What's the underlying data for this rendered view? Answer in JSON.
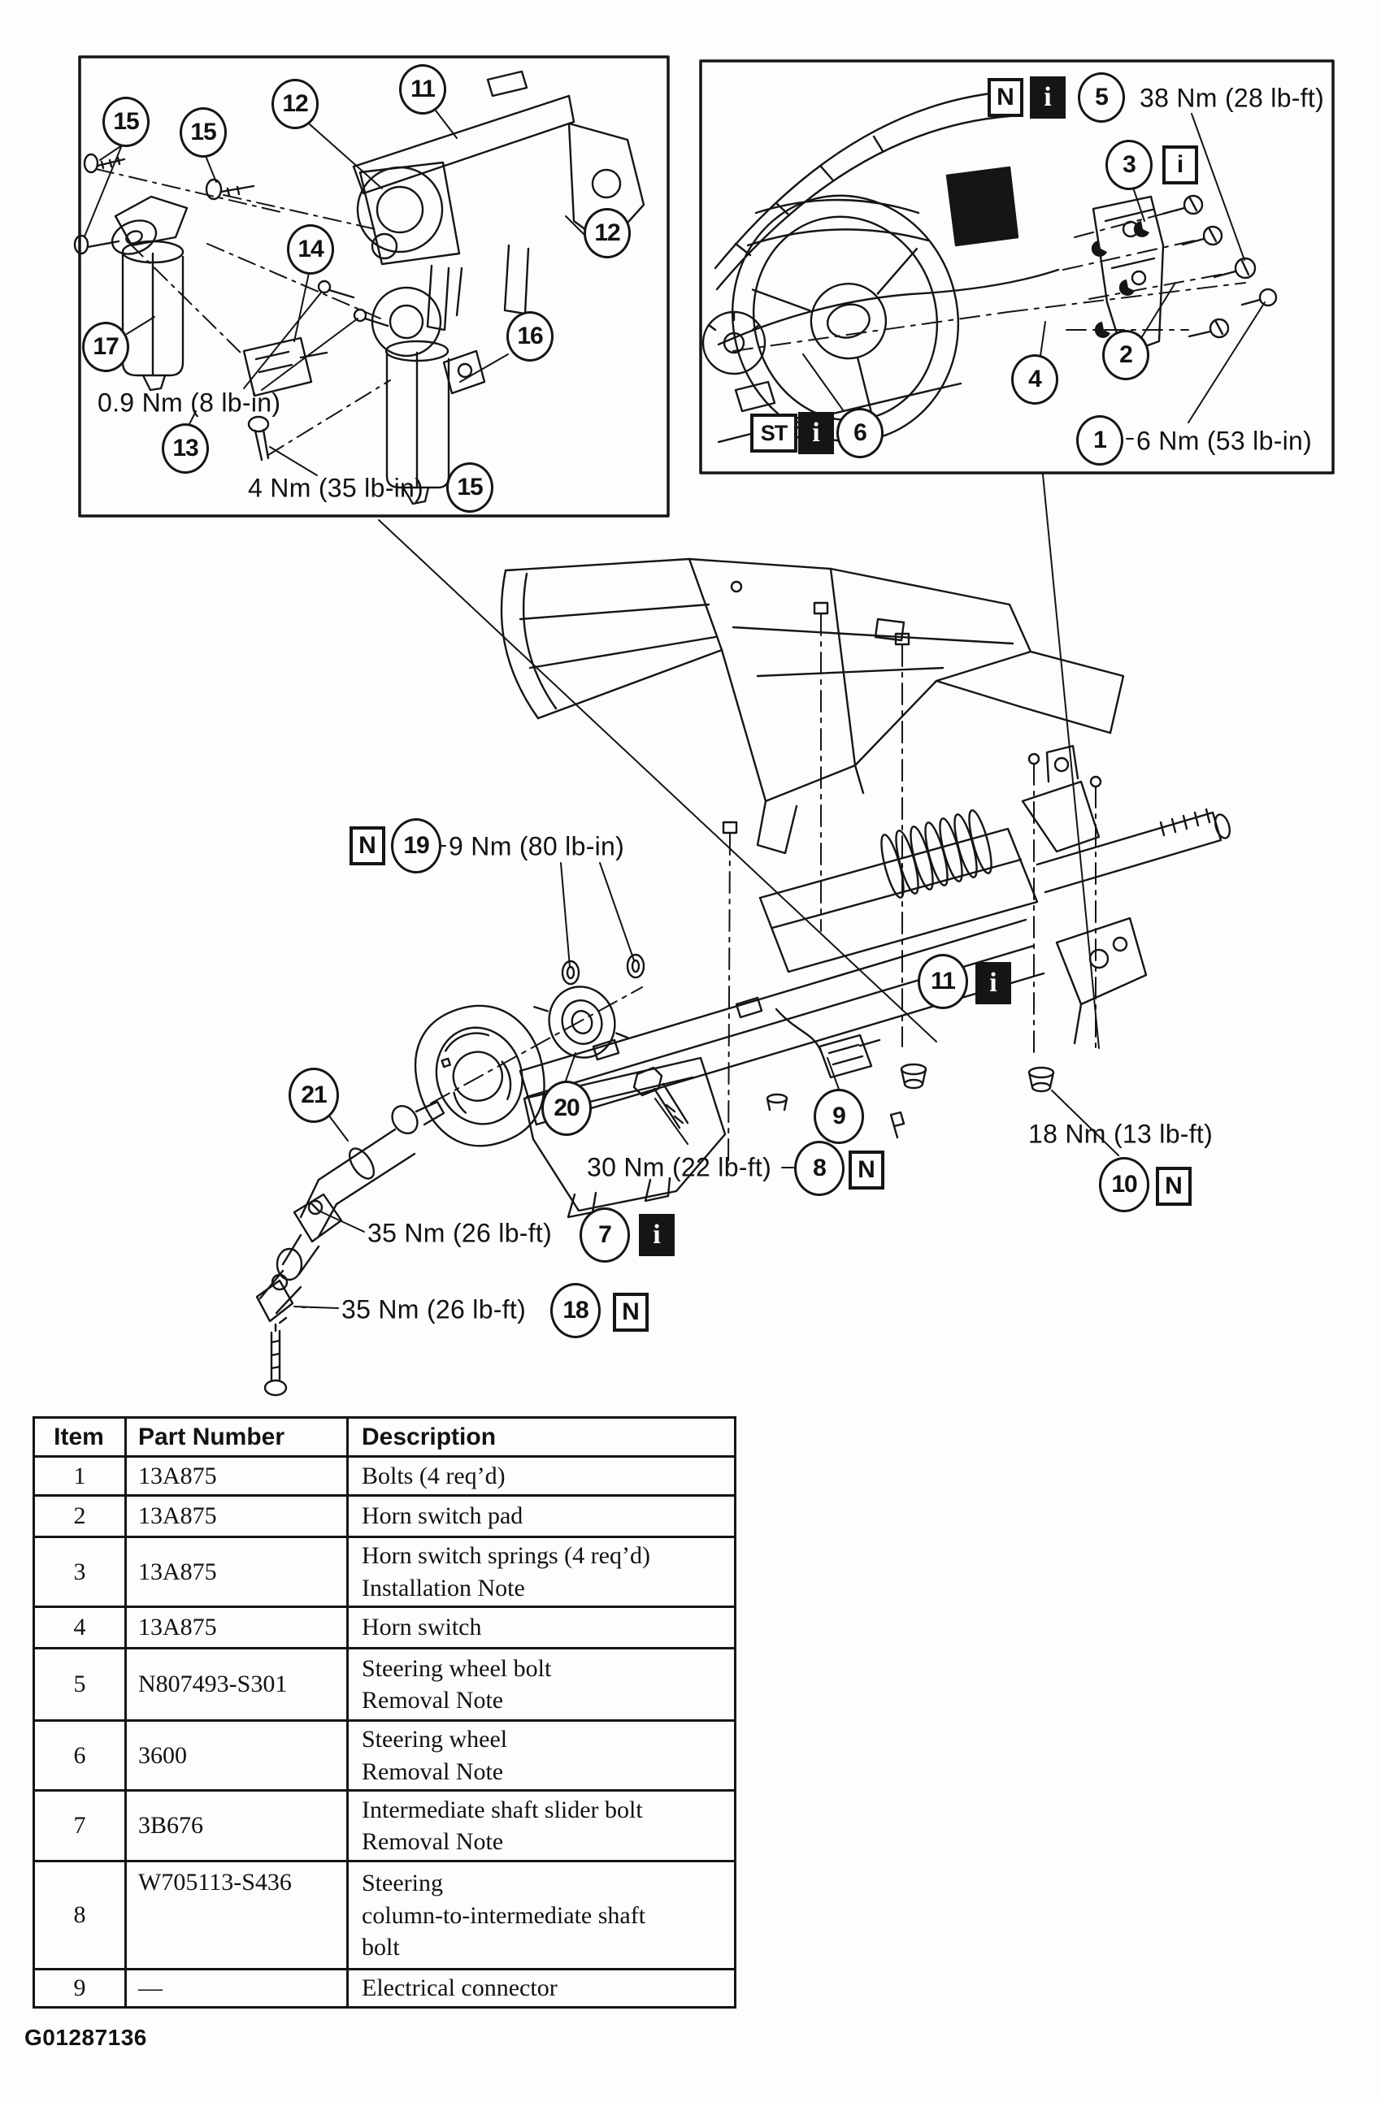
{
  "inset_left": {
    "callouts": {
      "c15a": "15",
      "c15b": "15",
      "c12a": "12",
      "c11": "11",
      "c14": "14",
      "c12b": "12",
      "c16": "16",
      "c17": "17",
      "c13": "13",
      "c15c": "15"
    },
    "torque_09": "0.9 Nm (8 lb-in)",
    "torque_4": "4 Nm (35 lb-in)"
  },
  "inset_right": {
    "callouts": {
      "c5": "5",
      "c3": "3",
      "c2": "2",
      "c4": "4",
      "c6": "6",
      "c1": "1"
    },
    "badges": {
      "n5": "N",
      "i5": "i",
      "i3": "i",
      "st6": "ST",
      "i6": "i"
    },
    "torque_38": "38 Nm (28 lb-ft)",
    "torque_6": "6 Nm (53 lb-in)"
  },
  "main": {
    "callouts": {
      "c19": "19",
      "c21": "21",
      "c20": "20",
      "c9": "9",
      "c11": "11",
      "c8": "8",
      "c10": "10",
      "c7": "7",
      "c18": "18"
    },
    "badges": {
      "n19": "N",
      "i11": "i",
      "n8": "N",
      "n10": "N",
      "i7": "i",
      "n18": "N"
    },
    "torque_9": "9 Nm (80 lb-in)",
    "torque_30": "30 Nm (22 lb-ft)",
    "torque_18": "18 Nm (13 lb-ft)",
    "torque_35a": "35 Nm (26 lb-ft)",
    "torque_35b": "35 Nm (26 lb-ft)"
  },
  "table": {
    "headers": [
      "Item",
      "Part Number",
      "Description"
    ],
    "rows": [
      {
        "item": "1",
        "part": "13A875",
        "desc": [
          "Bolts (4 req’d)"
        ]
      },
      {
        "item": "2",
        "part": "13A875",
        "desc": [
          "Horn switch pad"
        ]
      },
      {
        "item": "3",
        "part": "13A875",
        "desc": [
          "Horn switch springs (4 req’d)",
          "Installation Note"
        ]
      },
      {
        "item": "4",
        "part": "13A875",
        "desc": [
          "Horn switch"
        ]
      },
      {
        "item": "5",
        "part": "N807493-S301",
        "desc": [
          "Steering wheel bolt",
          "Removal Note"
        ]
      },
      {
        "item": "6",
        "part": "3600",
        "desc": [
          "Steering wheel",
          "Removal Note"
        ]
      },
      {
        "item": "7",
        "part": "3B676",
        "desc": [
          "Intermediate shaft slider bolt",
          "Removal Note"
        ]
      },
      {
        "item": "8",
        "part": "W705113-S436",
        "desc": [
          "Steering",
          "column-to-intermediate shaft",
          "bolt"
        ]
      },
      {
        "item": "9",
        "part": "—",
        "desc": [
          "Electrical connector"
        ]
      }
    ]
  },
  "footer_code": "G01287136"
}
